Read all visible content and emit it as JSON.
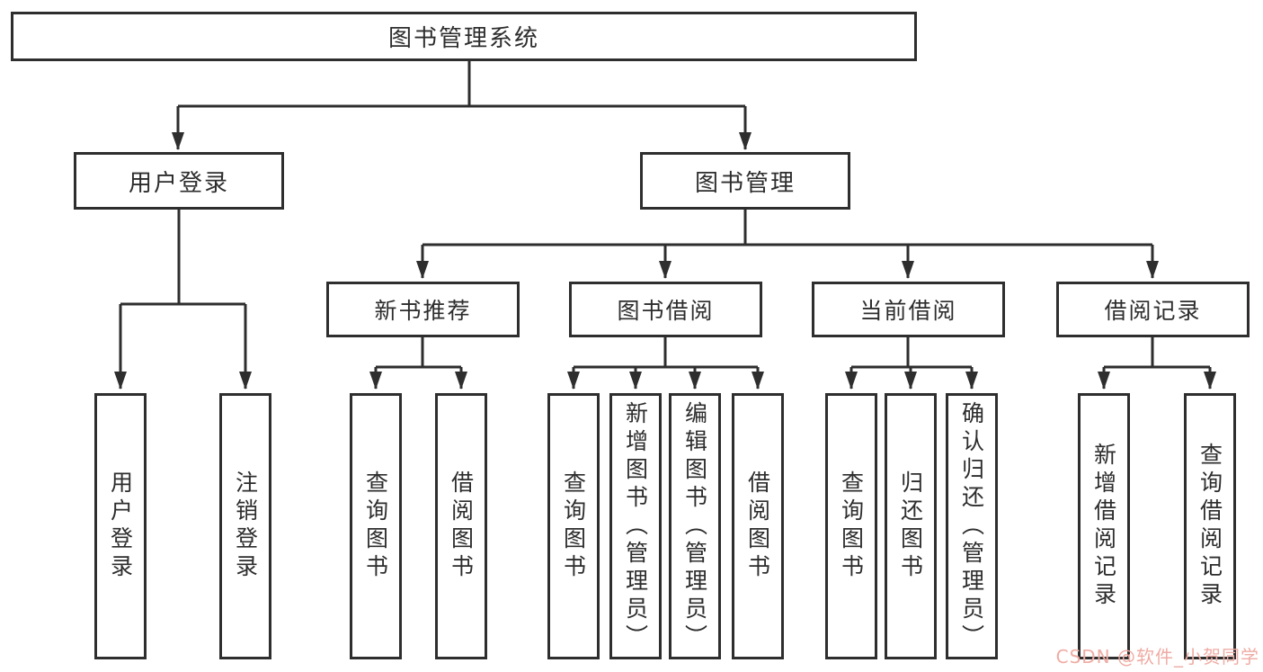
{
  "tree": {
    "root": {
      "label": "图书管理系统"
    },
    "level2": [
      {
        "id": "user-login",
        "label": "用户登录"
      },
      {
        "id": "book-management",
        "label": "图书管理"
      }
    ],
    "level3": [
      {
        "id": "new-book-recommend",
        "label": "新书推荐",
        "parent": "图书管理"
      },
      {
        "id": "book-borrow",
        "label": "图书借阅",
        "parent": "图书管理"
      },
      {
        "id": "current-borrow",
        "label": "当前借阅",
        "parent": "图书管理"
      },
      {
        "id": "borrow-records",
        "label": "借阅记录",
        "parent": "图书管理"
      }
    ],
    "leaves": [
      {
        "label": "用户登录",
        "parent": "用户登录"
      },
      {
        "label": "注销登录",
        "parent": "用户登录"
      },
      {
        "label": "查询图书",
        "parent": "新书推荐"
      },
      {
        "label": "借阅图书",
        "parent": "新书推荐"
      },
      {
        "label": "查询图书",
        "parent": "图书借阅"
      },
      {
        "label": "新增图书（管理员）",
        "parent": "图书借阅"
      },
      {
        "label": "编辑图书（管理员）",
        "parent": "图书借阅"
      },
      {
        "label": "借阅图书",
        "parent": "图书借阅"
      },
      {
        "label": "查询图书",
        "parent": "当前借阅"
      },
      {
        "label": "归还图书",
        "parent": "当前借阅"
      },
      {
        "label": "确认归还（管理员）",
        "parent": "当前借阅"
      },
      {
        "label": "新增借阅记录",
        "parent": "借阅记录"
      },
      {
        "label": "查询借阅记录",
        "parent": "借阅记录"
      }
    ]
  },
  "watermark": {
    "text": "CSDN @软件_小贺同学"
  },
  "colors": {
    "line": "#2e2e2e",
    "box_border": "#2e2e2e",
    "text": "#2d2d2d",
    "background": "#ffffff",
    "watermark": "#efaca4"
  }
}
